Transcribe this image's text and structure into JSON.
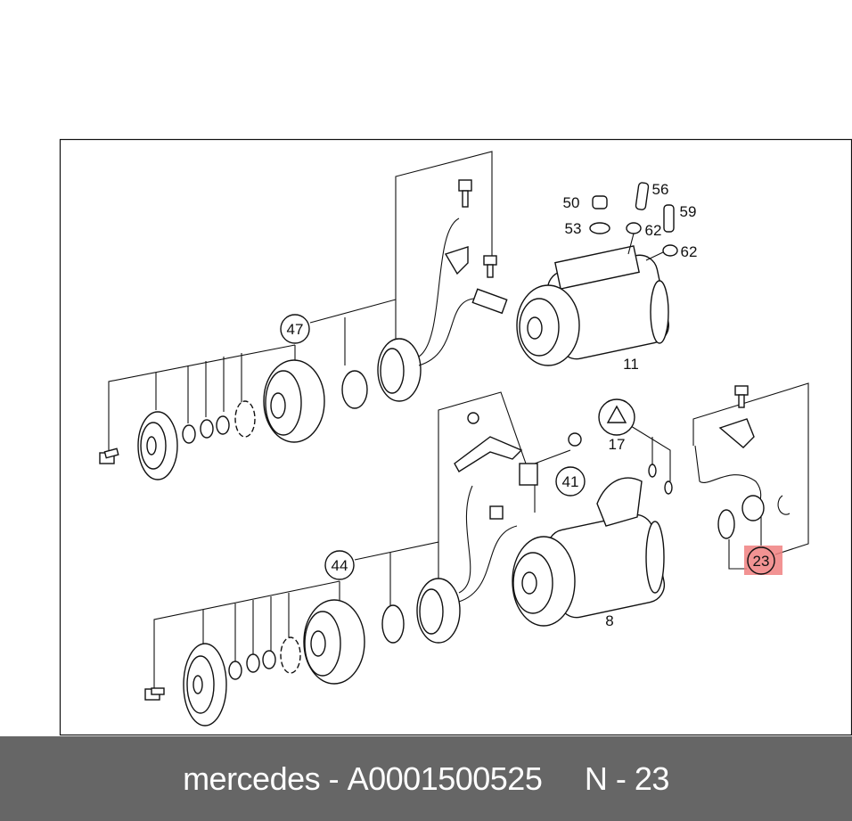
{
  "diagram": {
    "callouts": {
      "c47": "47",
      "c44": "44",
      "c41": "41",
      "c23": "23",
      "c17": "17",
      "c11": "11",
      "c8": "8",
      "c50": "50",
      "c53": "53",
      "c56": "56",
      "c59": "59",
      "c62a": "62",
      "c62b": "62"
    },
    "highlighted_callout": "23",
    "highlight_color": "#f08080"
  },
  "footer": {
    "brand": "mercedes",
    "separator": " - ",
    "part_number": "A0001500525",
    "gap": "     ",
    "ref": "N - 23"
  }
}
